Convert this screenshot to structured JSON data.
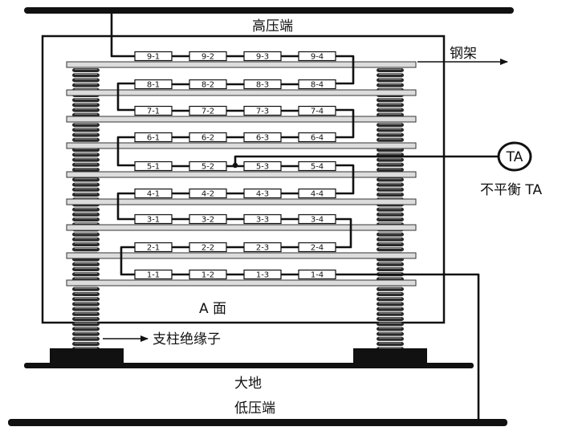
{
  "labels": {
    "high_voltage": "高压端",
    "steel_frame": "钢架",
    "ta": "TA",
    "unbalance_ta": "不平衡 TA",
    "face_a": "A 面",
    "post_insulator": "支柱绝缘子",
    "ground": "大地",
    "low_voltage": "低压端"
  },
  "capacitor_rows": [
    [
      "9-1",
      "9-2",
      "9-3",
      "9-4"
    ],
    [
      "8-1",
      "8-2",
      "8-3",
      "8-4"
    ],
    [
      "7-1",
      "7-2",
      "7-3",
      "7-4"
    ],
    [
      "6-1",
      "6-2",
      "6-3",
      "6-4"
    ],
    [
      "5-1",
      "5-2",
      "5-3",
      "5-4"
    ],
    [
      "4-1",
      "4-2",
      "4-3",
      "4-4"
    ],
    [
      "3-1",
      "3-2",
      "3-3",
      "3-4"
    ],
    [
      "2-1",
      "2-2",
      "2-3",
      "2-4"
    ],
    [
      "1-1",
      "1-2",
      "1-3",
      "1-4"
    ]
  ],
  "colors": {
    "line": "#111111",
    "shelf_fill": "#dcdcdc",
    "insulator_dark": "#2a2a2a",
    "insulator_light": "#9a9a9a",
    "base": "#111111"
  }
}
